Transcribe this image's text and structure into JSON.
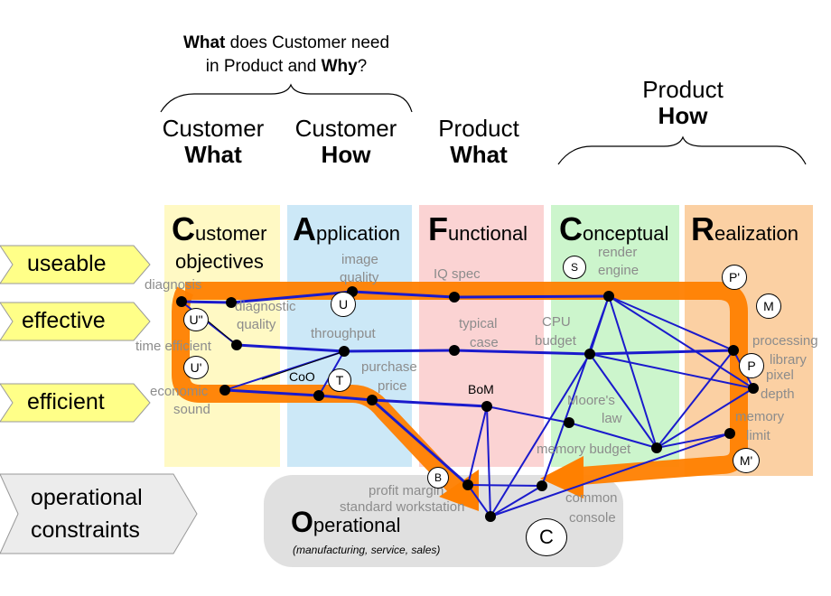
{
  "question": {
    "part1_bold": "What",
    "part1_rest": " does Customer need",
    "part2_pre": "in Product and ",
    "part2_bold": "Why",
    "part2_end": "?"
  },
  "headers": {
    "customer_what": {
      "line1": "Customer",
      "line2": "What"
    },
    "customer_how": {
      "line1": "Customer",
      "line2": "How"
    },
    "product_what": {
      "line1": "Product",
      "line2": "What"
    },
    "product_how": {
      "line1": "Product",
      "line2": "How"
    }
  },
  "columns": [
    {
      "initial": "C",
      "rest": "ustomer",
      "line2": "objectives",
      "color": "#fff9c4"
    },
    {
      "initial": "A",
      "rest": "pplication",
      "color": "#cce8f7"
    },
    {
      "initial": "F",
      "rest": "unctional",
      "color": "#fbd3d3"
    },
    {
      "initial": "C",
      "rest": "onceptual",
      "color": "#ccf5cc"
    },
    {
      "initial": "R",
      "rest": "ealization",
      "color": "#fbd0a3"
    }
  ],
  "operational": {
    "initial": "O",
    "rest": "perational",
    "subtitle": "(manufacturing, service, sales)",
    "color": "#e0e0e0"
  },
  "qualities": [
    "useable",
    "effective",
    "efficient"
  ],
  "qualities_color": "#ffff88",
  "constraints": {
    "line1": "operational",
    "line2": "constraints"
  },
  "labels": {
    "diagnosis": "diagnosis",
    "diagnostic_quality_1": "diagnostic",
    "diagnostic_quality_2": "quality",
    "time_efficient": "time efficient",
    "economic_1": "economic",
    "economic_2": "sound",
    "image_quality_1": "image",
    "image_quality_2": "quality",
    "throughput": "throughput",
    "purchase_price_1": "purchase",
    "purchase_price_2": "price",
    "coo": "CoO",
    "iq_spec": "IQ spec",
    "typical_case_1": "typical",
    "typical_case_2": "case",
    "bom": "BoM",
    "cpu_budget_1": "CPU",
    "cpu_budget_2": "budget",
    "render_engine_1": "render",
    "render_engine_2": "engine",
    "moores_law_1": "Moore's",
    "moores_law_2": "law",
    "memory_budget": "memory budget",
    "processing_library_1": "processing",
    "processing_library_2": "library",
    "pixel_depth_1": "pixel",
    "pixel_depth_2": "depth",
    "memory_limit_1": "memory",
    "memory_limit_2": "limit",
    "profit_margin": "profit margin",
    "standard_workstation": "standard workstation",
    "common_console_1": "common",
    "common_console_2": "console"
  },
  "markers": {
    "u_double": "U\"",
    "u_single": "U'",
    "u": "U",
    "t": "T",
    "s": "S",
    "p_prime": "P'",
    "m": "M",
    "p": "P",
    "m_prime": "M'",
    "b": "B",
    "c": "C"
  },
  "colors": {
    "network": "#1a1acc",
    "flow": "#ff8000",
    "muted_text": "#8c8c8c"
  }
}
